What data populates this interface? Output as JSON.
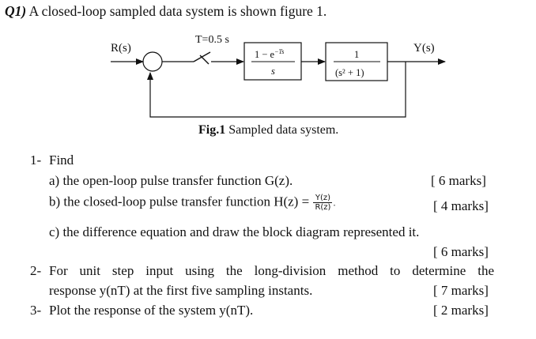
{
  "question": {
    "label": "Q1)",
    "text": " A closed-loop sampled data system is shown figure 1."
  },
  "diagram": {
    "input_label": "R(s)",
    "output_label": "Y(s)",
    "sampler_label": "T=0.5 s",
    "zoh_numerator": "1 − e",
    "zoh_exponent": "−Ts",
    "zoh_denominator": "s",
    "plant_numerator": "1",
    "plant_denominator": "(s² + 1)"
  },
  "caption": {
    "bold": "Fig.1",
    "text": " Sampled data system."
  },
  "items": {
    "i1_num": "1-",
    "i1_text": "Find",
    "a_text": "a)  the open-loop pulse transfer function G(z).",
    "a_marks": "[ 6 marks]",
    "b_text": "b)  the closed-loop pulse transfer function H(z) =",
    "b_num": "Y(z)",
    "b_den": "R(z)",
    "b_marks": "[ 4 marks]",
    "c_text": "c)  the difference equation and draw the block diagram represented it.",
    "c_marks": "[ 6 marks]",
    "i2_num": "2-",
    "i2_line1": "For unit step input using the long-division method to determine the",
    "i2_line2": "response y(nT) at the first five sampling instants.",
    "i2_marks": "[ 7 marks]",
    "i3_num": "3-",
    "i3_text": "Plot the response of the system y(nT).",
    "i3_marks": "[ 2 marks]"
  }
}
